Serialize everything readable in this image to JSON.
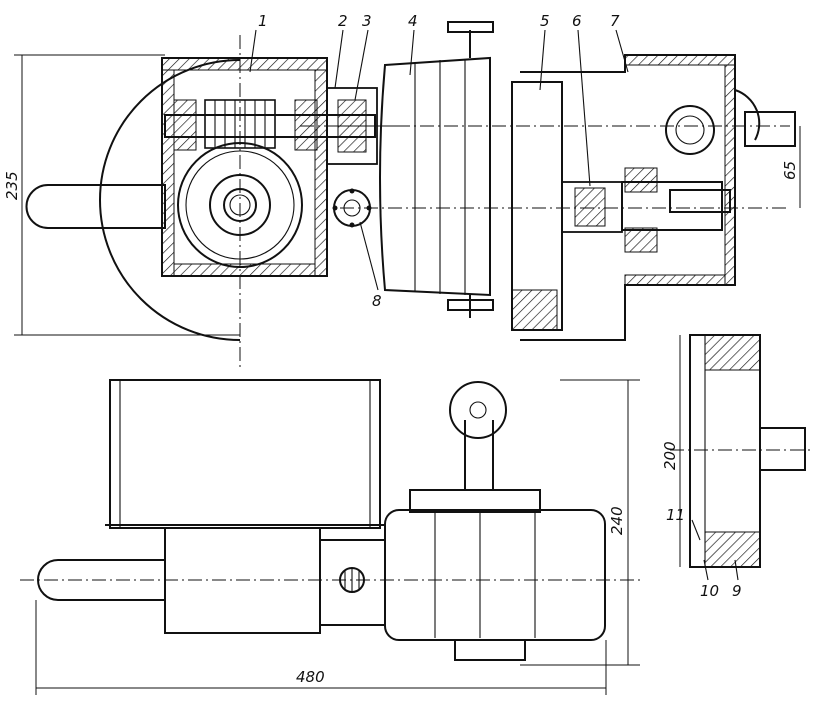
{
  "callouts": [
    "1",
    "2",
    "3",
    "4",
    "5",
    "6",
    "7",
    "8",
    "9",
    "10",
    "11"
  ],
  "dimensions": {
    "height_left": "235",
    "offset_right": "65",
    "height_bottom": "240",
    "width_bottom": "480",
    "height_side": "200"
  }
}
